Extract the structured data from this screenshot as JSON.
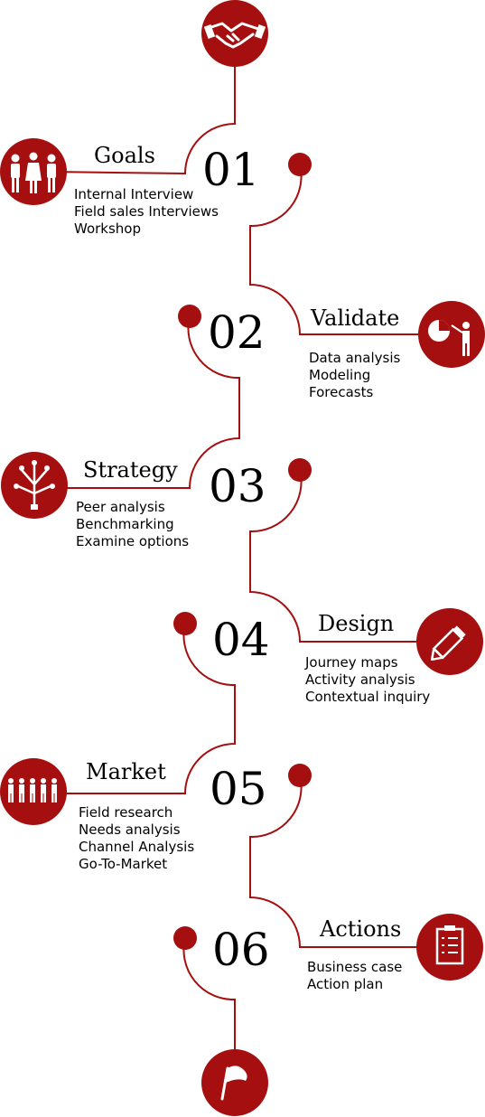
{
  "colors": {
    "accent": "#a50f0f",
    "text": "#000000",
    "background": "#ffffff"
  },
  "top_icon": "handshake-icon",
  "bottom_icon": "flag-icon",
  "steps": [
    {
      "number": "01",
      "title": "Goals",
      "icon": "people-icon",
      "items": [
        "Internal Interview",
        "Field sales Interviews",
        "Workshop"
      ]
    },
    {
      "number": "02",
      "title": "Validate",
      "icon": "presentation-chart-icon",
      "items": [
        "Data analysis",
        "Modeling",
        "Forecasts"
      ]
    },
    {
      "number": "03",
      "title": "Strategy",
      "icon": "circuit-tree-icon",
      "items": [
        "Peer analysis",
        "Benchmarking",
        "Examine options"
      ]
    },
    {
      "number": "04",
      "title": "Design",
      "icon": "pencil-icon",
      "items": [
        "Journey maps",
        "Activity analysis",
        "Contextual inquiry"
      ]
    },
    {
      "number": "05",
      "title": "Market",
      "icon": "crowd-icon",
      "items": [
        "Field research",
        "Needs analysis",
        "Channel Analysis",
        "Go-To-Market"
      ]
    },
    {
      "number": "06",
      "title": "Actions",
      "icon": "checklist-icon",
      "items": [
        "Business case",
        "Action plan"
      ]
    }
  ]
}
